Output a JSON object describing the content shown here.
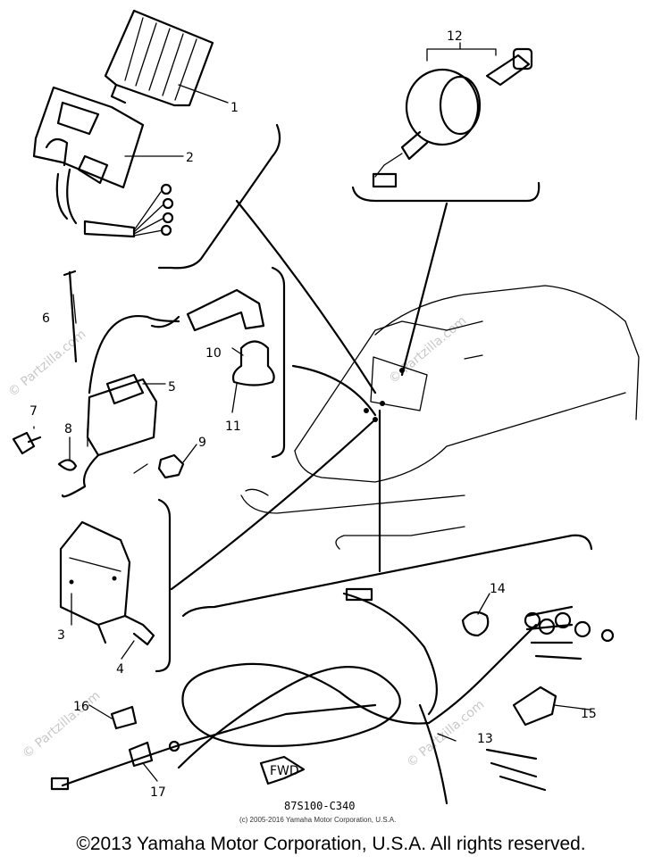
{
  "diagram": {
    "callouts": [
      "1",
      "2",
      "3",
      "4",
      "5",
      "6",
      "7",
      "8",
      "9",
      "10",
      "11",
      "12",
      "13",
      "14",
      "15",
      "16",
      "17"
    ],
    "drawing_code": "87S100-C340",
    "small_copyright": "(c) 2005-2016 Yamaha Motor Corporation, U.S.A.",
    "watermark": "© Partzilla.com",
    "fwd_tag": "FWD"
  },
  "footer": {
    "copyright": "©2013 Yamaha Motor Corporation, U.S.A. All rights reserved."
  }
}
